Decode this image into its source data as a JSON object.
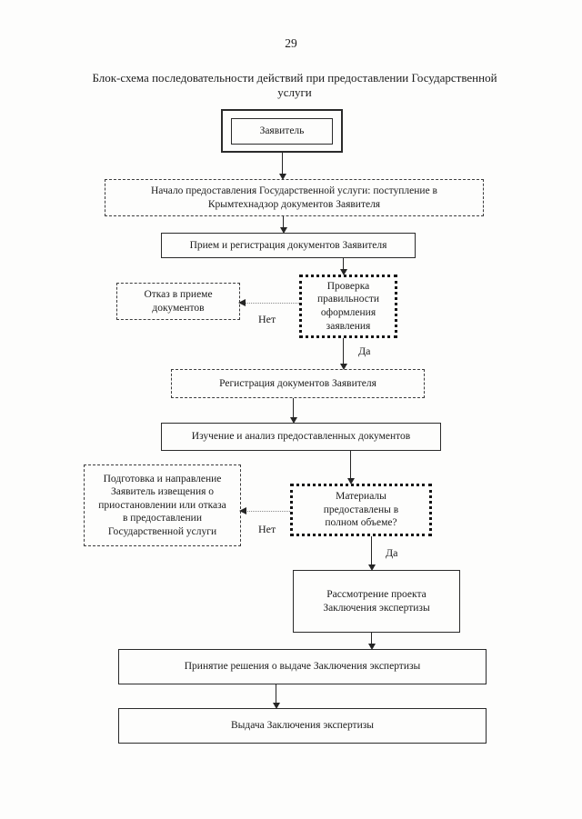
{
  "page": {
    "number": "29",
    "title": "Блок-схема последовательности действий при предоставлении Государственной\nуслуги"
  },
  "flowchart": {
    "nodes": {
      "applicant": "Заявитель",
      "start": "Начало предоставления Государственной услуги: поступление в\nКрымтехнадзор документов Заявителя",
      "reception": "Прием и регистрация документов Заявителя",
      "check": "Проверка\nправильности\nоформления\nзаявления",
      "refusal": "Отказ в приеме\nдокументов",
      "registration": "Регистрация документов Заявителя",
      "analysis": "Изучение и анализ предоставленных документов",
      "notice": "Подготовка и направление\nЗаявитель извещения о\nприостановлении или отказа\nв предоставлении\nГосударственной услуги",
      "materials": "Материалы\nпредоставлены в\nполном объеме?",
      "review": "Рассмотрение проекта\nЗаключения экспертизы",
      "decision": "Принятие решения о выдаче Заключения экспертизы",
      "issue": "Выдача Заключения экспертизы"
    },
    "labels": {
      "no1": "Нет",
      "yes1": "Да",
      "no2": "Нет",
      "yes2": "Да"
    }
  }
}
